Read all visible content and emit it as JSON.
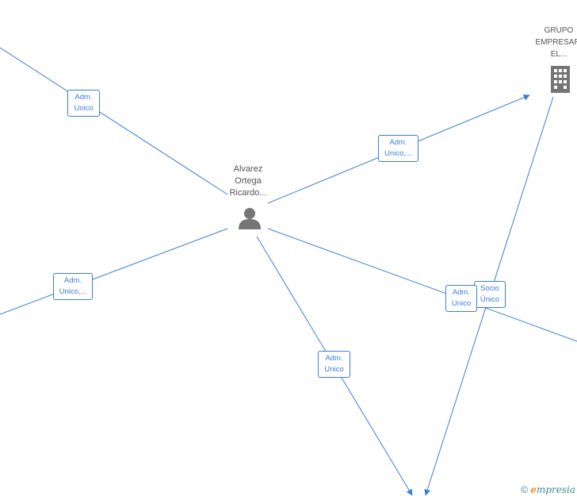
{
  "nodes": {
    "person": {
      "name_line1": "Alvarez",
      "name_line2": "Ortega",
      "name_line3": "Ricardo...",
      "icon": "person-icon"
    },
    "company": {
      "name_line1": "GRUPO",
      "name_line2": "EMPRESARI",
      "name_line3": "EL...",
      "icon": "building-icon"
    }
  },
  "edge_labels": {
    "top_left": [
      "Adm.",
      "Unico"
    ],
    "top_right": [
      "Adm.",
      "Unico,..."
    ],
    "left": [
      "Adm.",
      "Unico,..."
    ],
    "bottom": [
      "Adm.",
      "Unico"
    ],
    "right_adm": [
      "Adm.",
      "Unico"
    ],
    "right_socio": [
      "Socio",
      "Único"
    ]
  },
  "colors": {
    "edge": "#3b7dd8",
    "icon": "#757575",
    "label_text": "#555555"
  },
  "watermark": {
    "copyright": "©",
    "brand_first": "e",
    "brand_rest": "mpresia"
  }
}
